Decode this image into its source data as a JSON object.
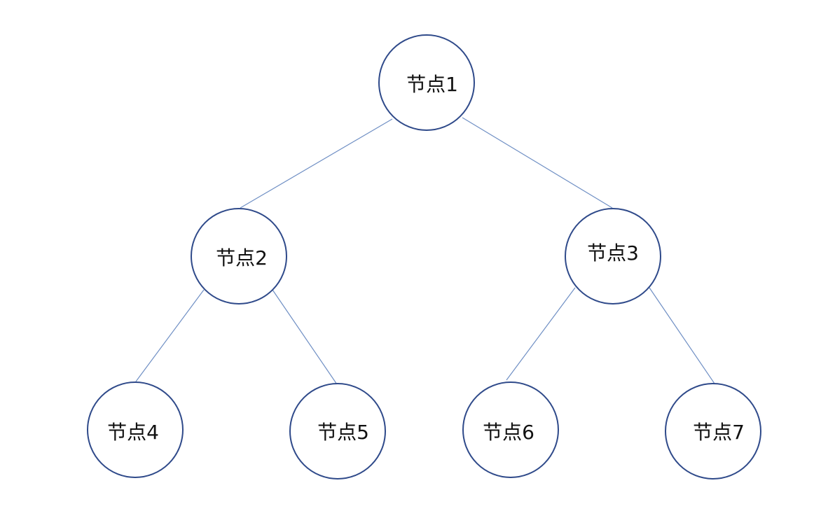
{
  "tree": {
    "nodes": [
      {
        "id": "n1",
        "label": "节点1"
      },
      {
        "id": "n2",
        "label": "节点2"
      },
      {
        "id": "n3",
        "label": "节点3"
      },
      {
        "id": "n4",
        "label": "节点4"
      },
      {
        "id": "n5",
        "label": "节点5"
      },
      {
        "id": "n6",
        "label": "节点6"
      },
      {
        "id": "n7",
        "label": "节点7"
      }
    ],
    "edges": [
      {
        "from": "n1",
        "to": "n2"
      },
      {
        "from": "n1",
        "to": "n3"
      },
      {
        "from": "n2",
        "to": "n4"
      },
      {
        "from": "n2",
        "to": "n5"
      },
      {
        "from": "n3",
        "to": "n6"
      },
      {
        "from": "n3",
        "to": "n7"
      }
    ],
    "colors": {
      "node_stroke": "#2f4a8a",
      "edge_stroke": "#6f8fc4",
      "text": "#111111"
    }
  }
}
